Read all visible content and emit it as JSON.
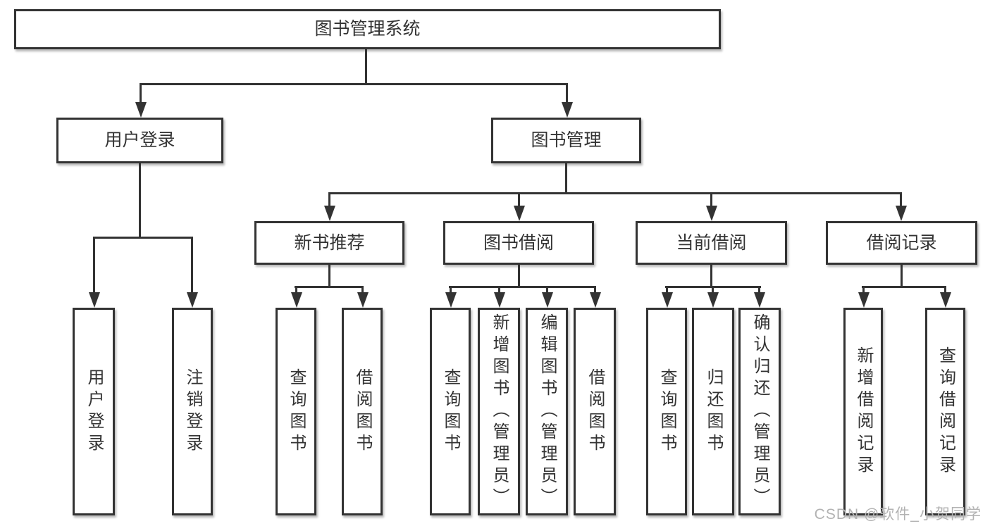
{
  "diagram": {
    "root": "图书管理系统",
    "branches": {
      "userLogin": "用户登录",
      "bookMgmt": "图书管理"
    },
    "sections": {
      "newBooks": "新书推荐",
      "bookBorrow": "图书借阅",
      "currentBorrow": "当前借阅",
      "borrowRecords": "借阅记录"
    },
    "leaves": {
      "userLogin": [
        "用户登录",
        "注销登录"
      ],
      "newBooks": [
        "查询图书",
        "借阅图书"
      ],
      "bookBorrow": [
        "查询图书",
        "新增图书（管理员）",
        "编辑图书（管理员）",
        "借阅图书"
      ],
      "currentBorrow": [
        "查询图书",
        "归还图书",
        "确认归还（管理员）"
      ],
      "borrowRecords": [
        "新增借阅记录",
        "查询借阅记录"
      ]
    },
    "colors": {
      "line": "#333333",
      "text": "#333333",
      "boxFill": "#ffffff",
      "watermark": "#b2b2b2"
    },
    "watermark": "CSDN @软件_小贺同学"
  }
}
